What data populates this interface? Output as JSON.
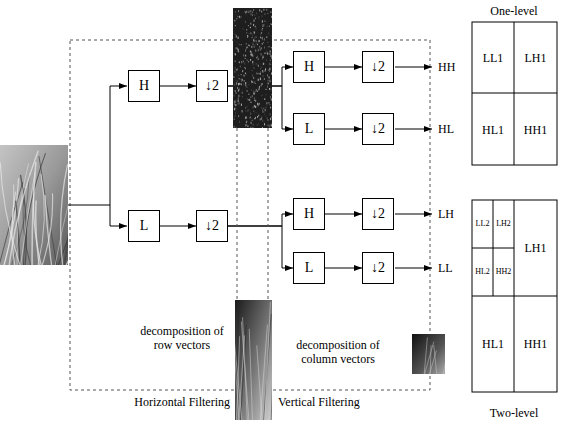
{
  "diagram": {
    "nodes": [
      {
        "text": [
          "H"
        ]
      },
      {
        "text": [
          "↓2"
        ]
      },
      {
        "text": [
          "L"
        ]
      },
      {
        "text": [
          "↓2"
        ]
      },
      {
        "text": [
          "H"
        ]
      },
      {
        "text": [
          "↓2"
        ]
      },
      {
        "text": [
          "L"
        ]
      },
      {
        "text": [
          "↓2"
        ]
      },
      {
        "text": [
          "H"
        ]
      },
      {
        "text": [
          "↓2"
        ]
      },
      {
        "text": [
          "L"
        ]
      },
      {
        "text": [
          "↓2"
        ]
      }
    ],
    "edges": [
      {
        "from": 0,
        "to": 1,
        "arrow": "to"
      },
      {
        "from": 2,
        "to": 3,
        "arrow": "to"
      },
      {
        "from": 1,
        "to": 4,
        "arrow": "to"
      },
      {
        "from": 1,
        "to": 6,
        "arrow": "to"
      },
      {
        "from": 3,
        "to": 8,
        "arrow": "to"
      },
      {
        "from": 3,
        "to": 10,
        "arrow": "to"
      },
      {
        "from": 4,
        "to": 5,
        "arrow": "to"
      },
      {
        "from": 6,
        "to": 7,
        "arrow": "to"
      },
      {
        "from": 8,
        "to": 9,
        "arrow": "to"
      },
      {
        "from": 10,
        "to": 11,
        "arrow": "to"
      }
    ],
    "labels": [
      "HH",
      "HL",
      "LH",
      "LL",
      "decomposition of row vectors",
      "decomposition of column vectors",
      "Horizontal Filtering",
      "Vertical Filtering",
      "One-level",
      "LL1",
      "LH1",
      "HL1",
      "HH1",
      "LL2",
      "LH2",
      "HL2",
      "HH2",
      "LH1",
      "HL1",
      "HH1",
      "Two-level"
    ]
  }
}
